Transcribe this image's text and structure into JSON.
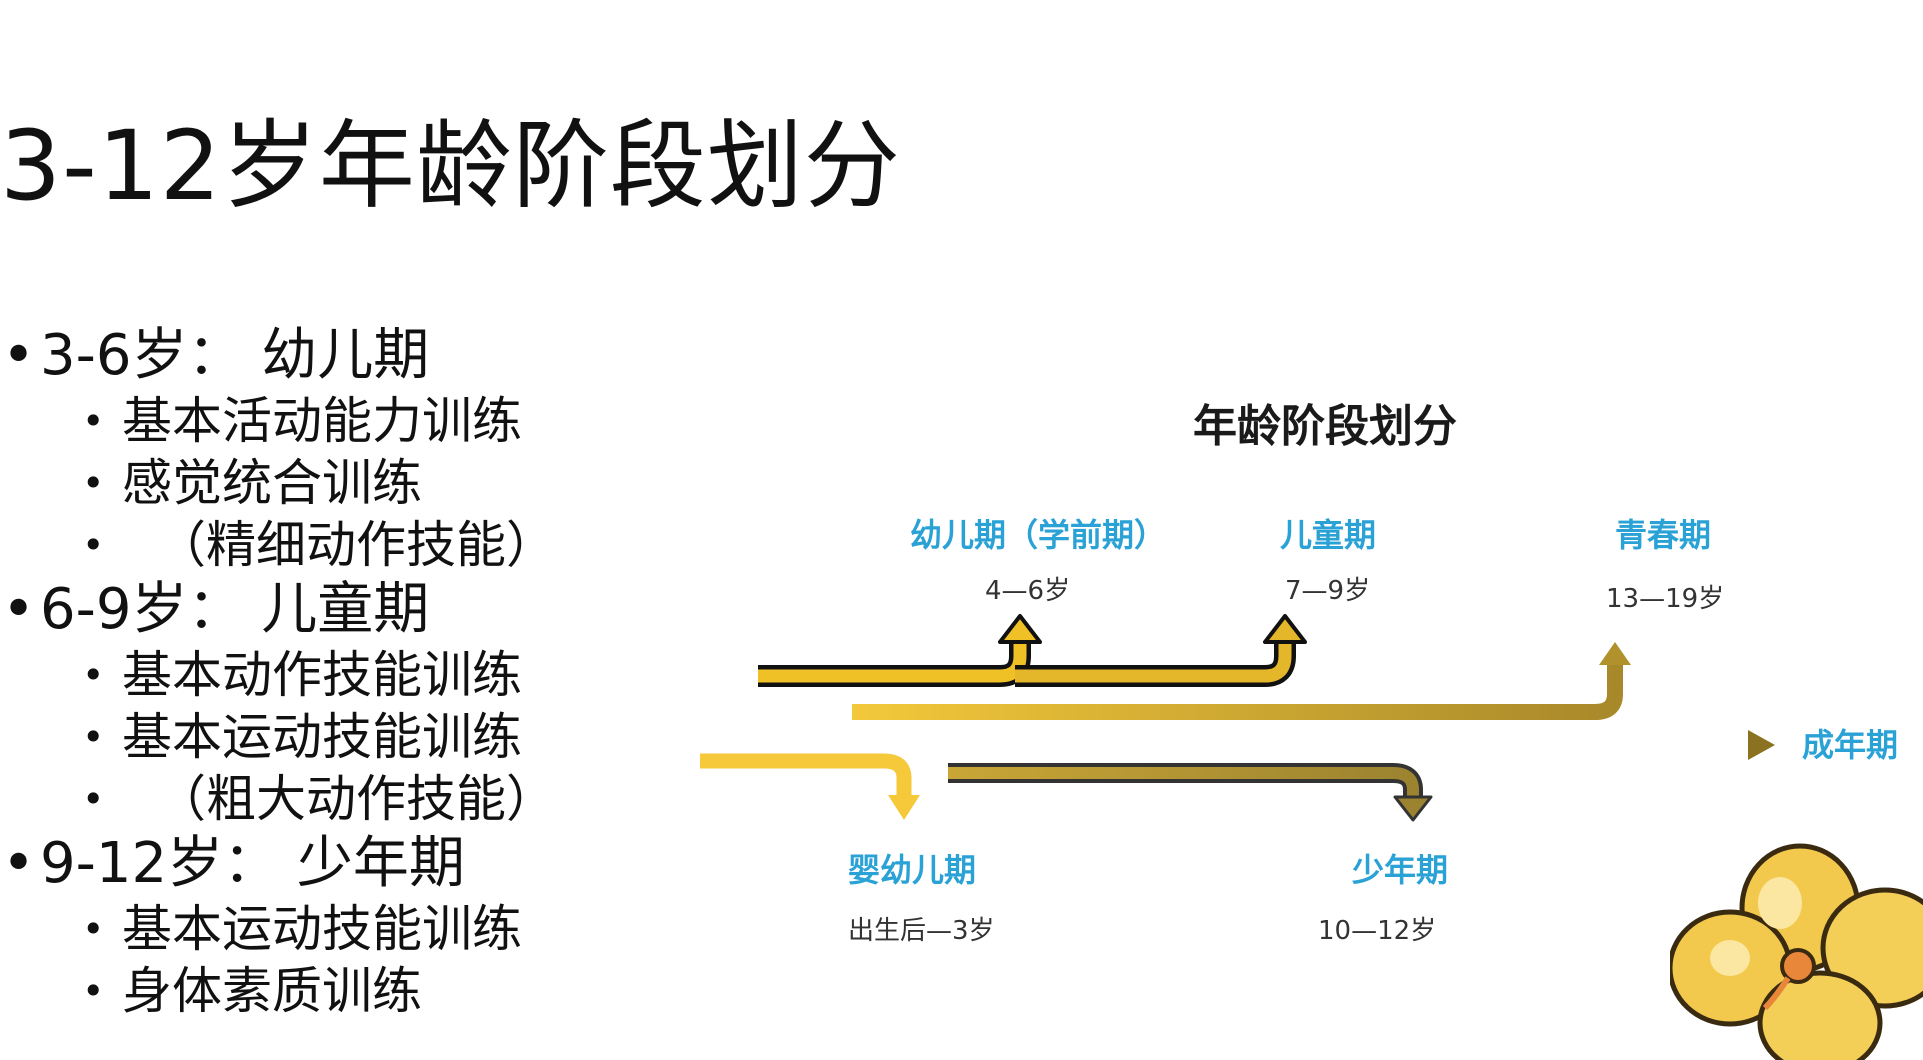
{
  "slide": {
    "title": "3-12岁年龄阶段划分"
  },
  "outline": {
    "groups": [
      {
        "heading": "3-6岁： 幼儿期",
        "items": [
          "基本活动能力训练",
          "感觉统合训练",
          "（精细动作技能）"
        ]
      },
      {
        "heading": "6-9岁： 儿童期",
        "items": [
          "基本动作技能训练",
          "基本运动技能训练",
          "（粗大动作技能）"
        ]
      },
      {
        "heading": "9-12岁： 少年期",
        "items": [
          "基本运动技能训练",
          "身体素质训练"
        ]
      }
    ]
  },
  "diagram": {
    "title": "年龄阶段划分",
    "stages": {
      "infant": {
        "name": "婴幼儿期",
        "age": "出生后—3岁"
      },
      "preschool": {
        "name": "幼儿期（学前期）",
        "age": "4—6岁"
      },
      "child": {
        "name": "儿童期",
        "age": "7—9岁"
      },
      "juvenile": {
        "name": "少年期",
        "age": "10—12岁"
      },
      "adolescent": {
        "name": "青春期",
        "age": "13—19岁"
      },
      "adult": {
        "name": "成年期"
      }
    }
  },
  "colors": {
    "stage_label": "#2aa2d6",
    "arrow_light": "#f6c93a",
    "arrow_dark": "#8a7220",
    "arrow_outline": "#111111"
  },
  "decoration": {
    "icon": "flower-icon"
  }
}
